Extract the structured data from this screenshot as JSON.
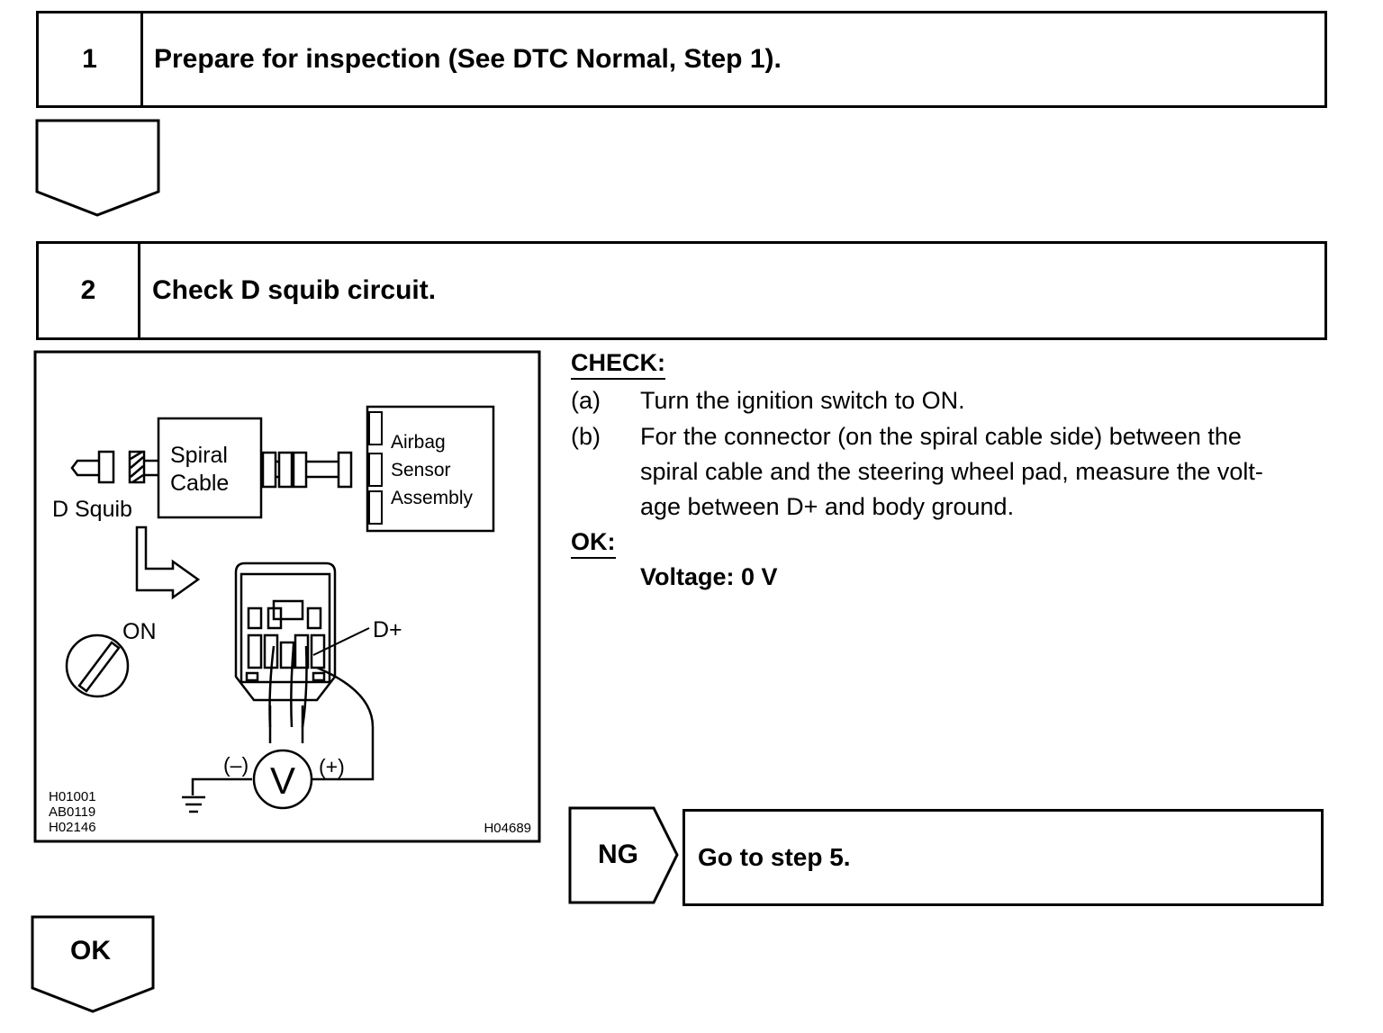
{
  "step1": {
    "number": "1",
    "title": "Prepare for inspection (See DTC Normal, Step 1)."
  },
  "step2": {
    "number": "2",
    "title": "Check D squib circuit."
  },
  "figure": {
    "spiral_cable": [
      "Spiral",
      "Cable"
    ],
    "airbag_sensor": [
      "Airbag",
      "Sensor",
      "Assembly"
    ],
    "d_squib": "D Squib",
    "on_label": "ON",
    "d_plus": "D+",
    "minus": "(–)",
    "plus": "(+)",
    "voltmeter": "V",
    "codes": [
      "H01001",
      "AB0119",
      "H02146"
    ],
    "figure_id": "H04689"
  },
  "check": {
    "heading": "CHECK:",
    "items": [
      {
        "mark": "(a)",
        "lines": [
          "Turn the ignition switch to ON."
        ]
      },
      {
        "mark": "(b)",
        "lines": [
          "For the connector (on the spiral cable side) between the",
          "spiral cable and the steering wheel pad, measure the volt-",
          "age between D+ and body ground."
        ]
      }
    ]
  },
  "ok": {
    "heading": "OK:",
    "spec": "Voltage: 0 V"
  },
  "ng": {
    "label": "NG",
    "action": "Go to step 5."
  },
  "ok_arrow": {
    "label": "OK"
  }
}
